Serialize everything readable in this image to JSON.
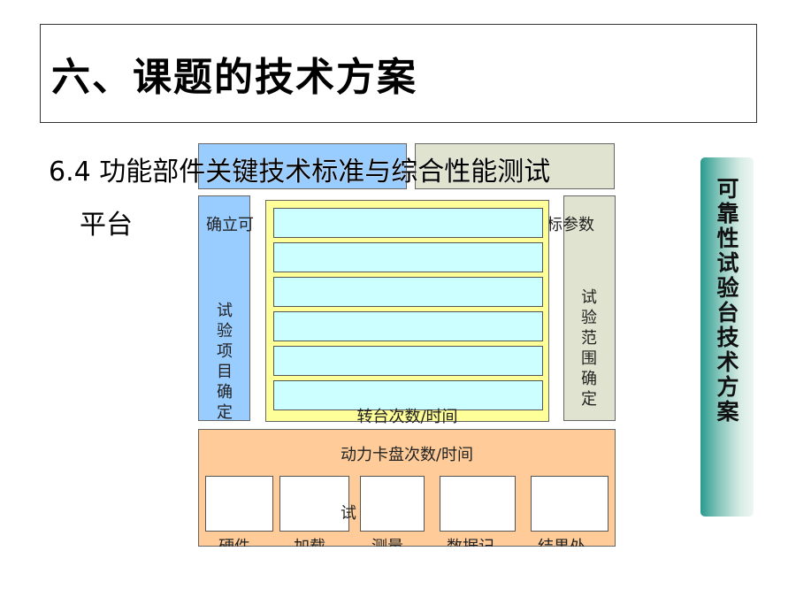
{
  "slide": {
    "title": "六、课题的技术方案",
    "subtitle_line1": "6.4 功能部件关键技术标准与综合性能测试",
    "subtitle_line2": "平台",
    "side_tab": [
      "可",
      "靠",
      "性",
      "试",
      "验",
      "台",
      "技",
      "术",
      "方",
      "案"
    ]
  },
  "diagram": {
    "left_column": {
      "top_label": "确立可",
      "vertical_label": [
        "试",
        "验",
        "项",
        "目",
        "确",
        "定"
      ]
    },
    "right_column": {
      "top_label": "标参数",
      "vertical_label": [
        "试",
        "验",
        "范",
        "围",
        "确",
        "定"
      ]
    },
    "center_panel": {
      "row_count": 6,
      "bottom_label": "转台次数/时间"
    },
    "bottom_panel": {
      "title": "动力卡盘次数/时间",
      "center_text": "试   技",
      "box_labels": [
        "硬件",
        "加载",
        "测量",
        "数据记",
        "结果处"
      ]
    }
  }
}
